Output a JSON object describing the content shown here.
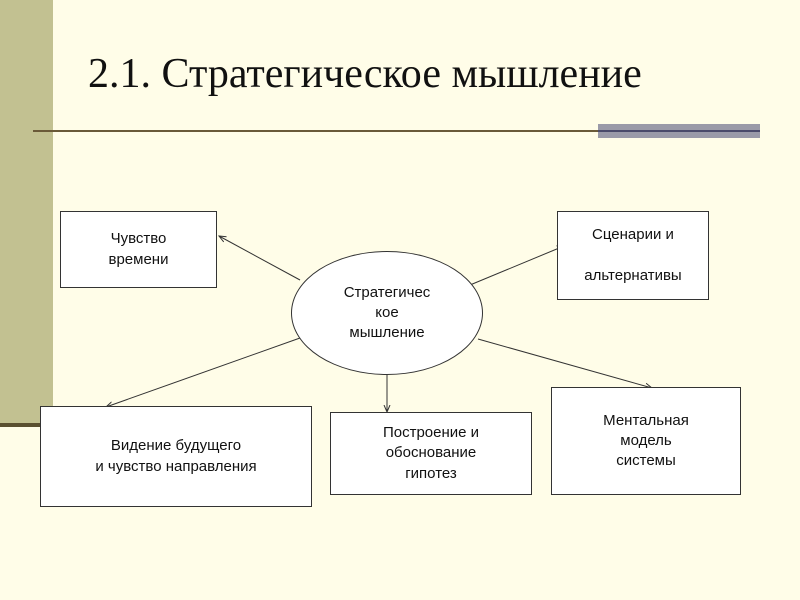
{
  "title": "2.1. Стратегическое мышление",
  "center": {
    "label": "Стратегичес\nкое\nмышление"
  },
  "nodes": {
    "time": {
      "label": "Чувство\nвремени"
    },
    "scenarios": {
      "label": "Сценарии и\n\nальтернативы"
    },
    "vision": {
      "label": "Видение будущего\nи чувство направления"
    },
    "hypotheses": {
      "label": "Построение и\nобоснование\nгипотез"
    },
    "mental_model": {
      "label": "Ментальная\nмодель\nсистемы"
    }
  },
  "colors": {
    "background": "#fffde8",
    "sidebar": "#c2c191",
    "rule": "#6a5a38",
    "accent": "#9a9aa8"
  }
}
